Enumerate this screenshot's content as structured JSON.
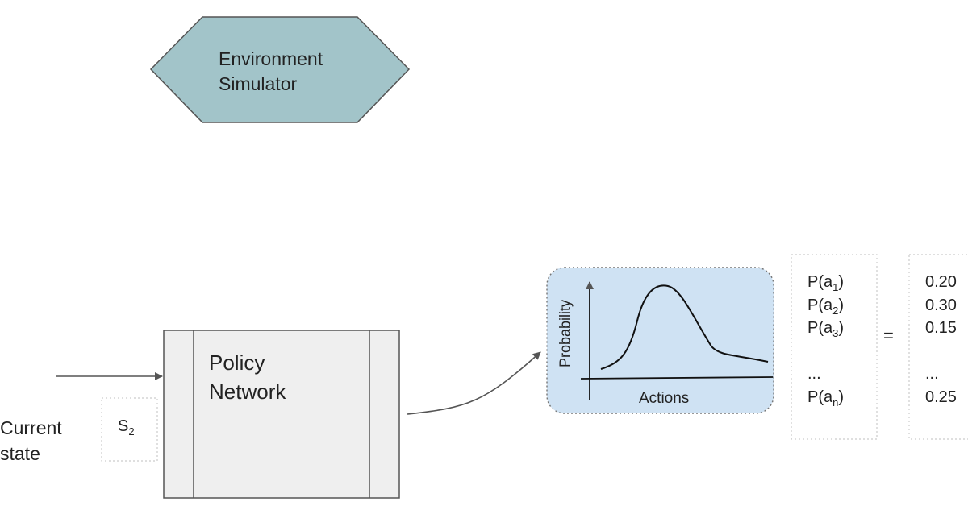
{
  "environment": {
    "label_line1": "Environment",
    "label_line2": "Simulator",
    "color": "#a2c4c9"
  },
  "policy_network": {
    "label_line1": "Policy",
    "label_line2": "Network",
    "color": "#efefef"
  },
  "input": {
    "label_line1": "Current",
    "label_line2": "state",
    "state_symbol": "S",
    "state_subscript": "2"
  },
  "distribution_chart": {
    "ylabel": "Probability",
    "xlabel": "Actions",
    "background": "#cfe2f3"
  },
  "probabilities": {
    "rows": [
      {
        "label": "P(a",
        "sub": "1",
        "close": ")",
        "value": "0.20"
      },
      {
        "label": "P(a",
        "sub": "2",
        "close": ")",
        "value": "0.30"
      },
      {
        "label": "P(a",
        "sub": "3",
        "close": ")",
        "value": "0.15"
      },
      {
        "label": "",
        "sub": "",
        "close": "",
        "value": ""
      },
      {
        "label": "...",
        "sub": "",
        "close": "",
        "value": "..."
      },
      {
        "label": "P(a",
        "sub": "n",
        "close": ")",
        "value": "0.25"
      }
    ],
    "equals": "="
  }
}
